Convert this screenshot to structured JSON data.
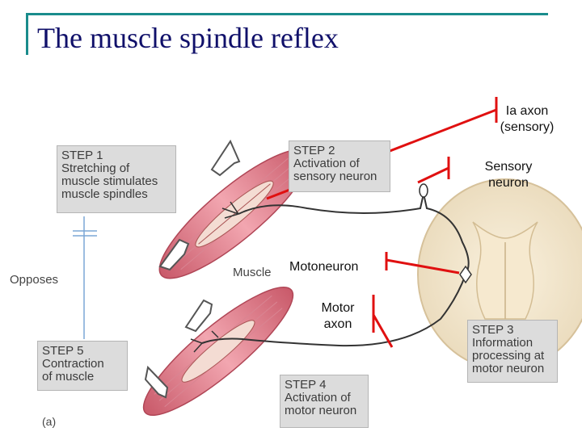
{
  "slide": {
    "title": "The muscle spindle reflex"
  },
  "figure": {
    "steps": [
      {
        "lines": [
          "STEP 1",
          "Stretching of",
          "muscle stimulates",
          "muscle spindles"
        ]
      },
      {
        "lines": [
          "STEP 2",
          "Activation of",
          "sensory neuron"
        ]
      },
      {
        "lines": [
          "STEP 3",
          "Information",
          "processing at",
          "motor neuron"
        ]
      },
      {
        "lines": [
          "STEP 4",
          "Activation of",
          "motor neuron"
        ]
      },
      {
        "lines": [
          "STEP 5",
          "Contraction",
          "of muscle"
        ]
      }
    ],
    "labels": {
      "opposes": "Opposes",
      "muscle": "Muscle",
      "panel": "(a)"
    }
  },
  "callouts": {
    "ia_axon": [
      "Ia axon",
      "(sensory)"
    ],
    "sensory_neuron": [
      "Sensory",
      "neuron"
    ],
    "motoneuron": "Motoneuron",
    "motor_axon": [
      "Motor",
      "axon"
    ]
  },
  "colors": {
    "title": "#10106a",
    "accent_rule": "#1a8c8c",
    "callout_line": "#e01010",
    "muscle": "#e88a96",
    "neuron": "#333333"
  }
}
